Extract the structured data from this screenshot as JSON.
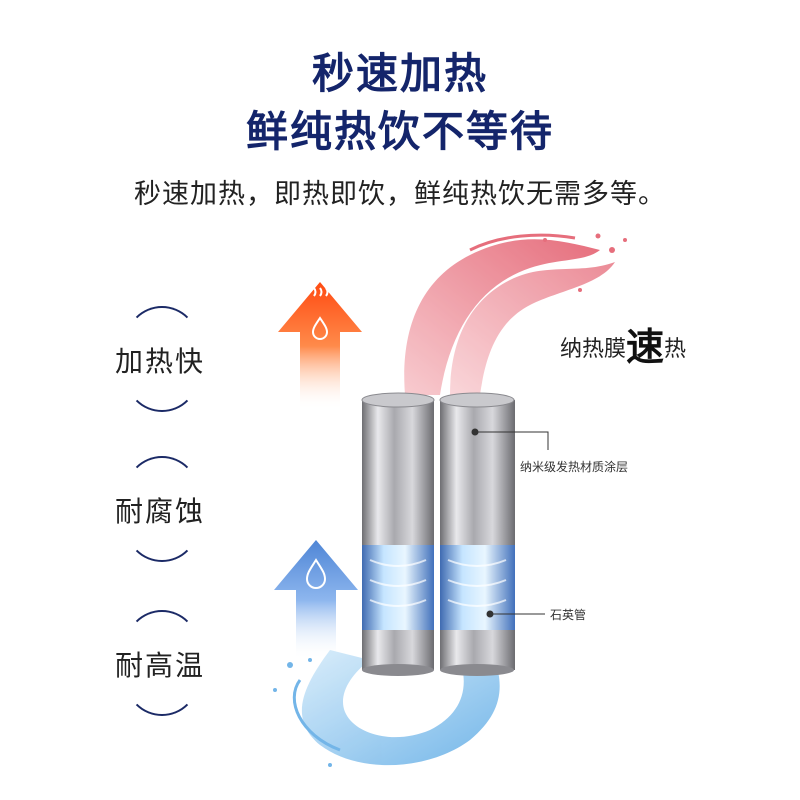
{
  "header": {
    "title_line1": "秒速加热",
    "title_line2": "鲜纯热饮不等待",
    "subtitle": "秒速加热，即热即饮，鲜纯热饮无需多等。"
  },
  "features": [
    {
      "label": "加热快"
    },
    {
      "label": "耐腐蚀"
    },
    {
      "label": "耐高温"
    }
  ],
  "diagram": {
    "film_label_prefix": "纳热膜",
    "film_label_accent": "速",
    "film_label_suffix": "热",
    "coating_label": "纳米级发热材质涂层",
    "tube_label": "石英管"
  },
  "colors": {
    "title": "#14256b",
    "hot_arrow": "#ff5a1e",
    "cold_arrow": "#5b8fdb",
    "hot_water": "#e86a7a",
    "cold_water": "#6fb3e8"
  },
  "icons": {
    "hot_arrow": "hot-water-drop-icon",
    "cold_arrow": "water-drop-icon"
  }
}
